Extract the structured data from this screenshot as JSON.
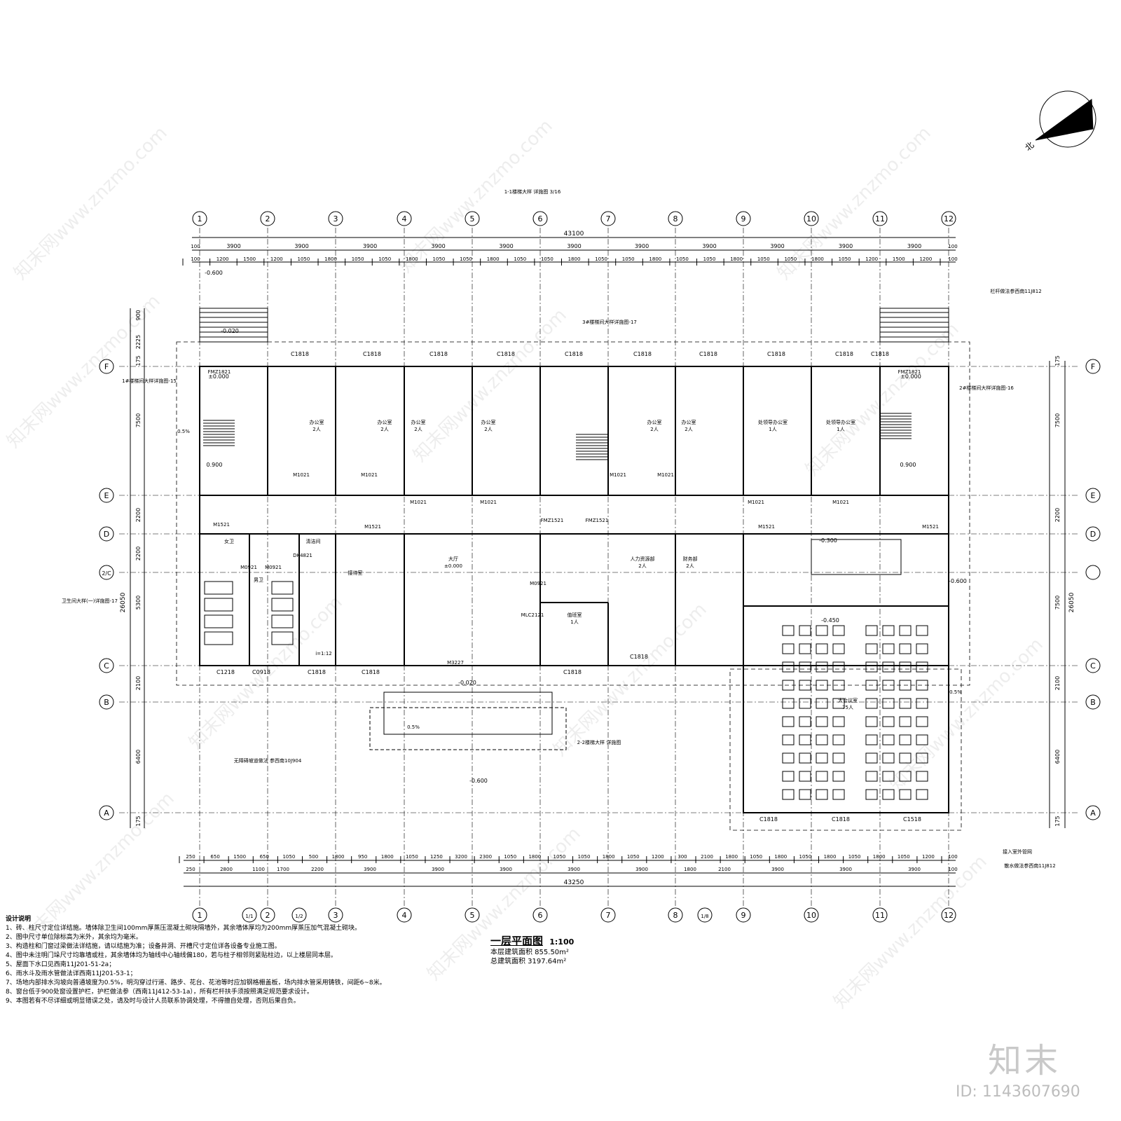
{
  "drawing": {
    "title": "一层平面图",
    "scale": "1:100",
    "floor_area": "本层建筑面积 855.50m²",
    "total_area": "总建筑面积 3197.64m²"
  },
  "axes_top": [
    "1",
    "2",
    "3",
    "4",
    "5",
    "6",
    "7",
    "8",
    "9",
    "10",
    "11",
    "12"
  ],
  "axes_bottom": [
    "1",
    "1/1",
    "2",
    "1/2",
    "3",
    "4",
    "5",
    "6",
    "7",
    "8",
    "1/8",
    "9",
    "10",
    "11",
    "12"
  ],
  "axes_rows": [
    "F",
    "E",
    "D",
    "2/C",
    "C",
    "B",
    "A"
  ],
  "dims": {
    "overall_top": "43100",
    "overall_bottom": "43250",
    "overall_side": "26050",
    "top_row1": [
      "100",
      "3900",
      "3900",
      "3900",
      "3900",
      "3900",
      "3900",
      "3900",
      "3900",
      "3900",
      "3900",
      "3900",
      "100"
    ],
    "top_row2": [
      "100",
      "1200",
      "1500",
      "1200",
      "1050",
      "1800",
      "1050",
      "1050",
      "1800",
      "1050",
      "1050",
      "1800",
      "1050",
      "1050",
      "1800",
      "1050",
      "1050",
      "1800",
      "1050",
      "1050",
      "1800",
      "1050",
      "1050",
      "1800",
      "1050",
      "1200",
      "1500",
      "1200",
      "100"
    ],
    "bottom_row1": [
      "250",
      "650",
      "1500",
      "650",
      "1050",
      "500",
      "1800",
      "950",
      "1800",
      "1050",
      "1250",
      "3200",
      "2300",
      "1050",
      "1800",
      "1050",
      "1050",
      "1800",
      "1050",
      "1200",
      "300",
      "2100",
      "1800",
      "1050",
      "1800",
      "1050",
      "1800",
      "1050",
      "1800",
      "1050",
      "1200",
      "100"
    ],
    "bottom_row2": [
      "250",
      "2800",
      "1100",
      "1700",
      "2200",
      "3900",
      "3900",
      "3900",
      "3900",
      "3900",
      "1800",
      "2100",
      "3900",
      "3900",
      "3900",
      "100"
    ],
    "side_left": [
      "900",
      "2225",
      "175",
      "7500",
      "2200",
      "2200",
      "5300",
      "2100",
      "6400",
      "175"
    ],
    "side_right": [
      "175",
      "7500",
      "2200",
      "7500",
      "2100",
      "6400",
      "175"
    ]
  },
  "rooms": [
    {
      "name": "办公室",
      "occupancy": "2人"
    },
    {
      "name": "办公室",
      "occupancy": "2人"
    },
    {
      "name": "办公室",
      "occupancy": "2人"
    },
    {
      "name": "办公室",
      "occupancy": "2人"
    },
    {
      "name": "办公室",
      "occupancy": "2人"
    },
    {
      "name": "办公室",
      "occupancy": "2人"
    },
    {
      "name": "处领导办公室",
      "occupancy": "1人"
    },
    {
      "name": "处领导办公室",
      "occupancy": "1人"
    },
    {
      "name": "大厅",
      "occupancy": "±0.000"
    },
    {
      "name": "人力资源部",
      "occupancy": "2人"
    },
    {
      "name": "财务部",
      "occupancy": "2人"
    },
    {
      "name": "值班室",
      "occupancy": "1人"
    },
    {
      "name": "大会议室",
      "occupancy": "75人"
    },
    {
      "name": "接待室",
      "occupancy": ""
    },
    {
      "name": "女卫",
      "occupancy": ""
    },
    {
      "name": "男卫",
      "occupancy": ""
    },
    {
      "name": "清洁间",
      "occupancy": ""
    }
  ],
  "codes": {
    "windows": [
      "C1818",
      "C1818",
      "C1818",
      "C1818",
      "C1818",
      "C1818",
      "C1818",
      "C1818",
      "C1818",
      "C1818",
      "C1218",
      "C0918",
      "C1818",
      "C1818",
      "C1818",
      "C1818",
      "C1818",
      "C1818",
      "C1518"
    ],
    "doors": [
      "FMZ1821",
      "FMZ1821",
      "M1021",
      "M1021",
      "M1021",
      "M1021",
      "M1021",
      "M1021",
      "M1021",
      "M1021",
      "M1521",
      "M1521",
      "M1521",
      "FMZ1521",
      "FMZ1521",
      "M3227",
      "MLC2121",
      "M0921",
      "M0921",
      "M0921",
      "DK4821",
      "M1521"
    ],
    "levels": [
      "-0.600",
      "-0.020",
      "±0.000",
      "0.900",
      "-0.300",
      "-0.450",
      "-0.600",
      "-0.020",
      "±0.000",
      "0.900",
      "-0.600"
    ]
  },
  "callouts": [
    "1-1楼梯大样 详施图 3/16",
    "3#楼梯间大样详施图-17",
    "1#楼梯间大样详施图-15",
    "2#楼梯间大样详施图-16",
    "卫生间大样(一)详施图-17",
    "无障碍坡道做法 参西南10J904",
    "2-2楼梯大样 详施图",
    "散水做法参西南11J812",
    "栏杆做法参西南11J812",
    "接入室外管网"
  ],
  "notes": {
    "heading": "设计说明",
    "lines": [
      "1、砖、柱尺寸定位详结施。墙体除卫生间100mm厚蒸压混凝土砌块隔墙外，其余墙体厚均为200mm厚蒸压加气混凝土砌块。",
      "2、图中尺寸单位除标高为米外，其余均为毫米。",
      "3、构造柱和门窗过梁做法详结施，请以结施为准；设备井洞、开槽尺寸定位详各设备专业施工图。",
      "4、图中未注明门垛尺寸均靠墙或柱，其余墙体均为轴线中心轴线偏180，若与柱子相邻则紧贴柱边，以上楼层同本层。",
      "5、屋面下水口见西南11J201-51-2a；",
      "6、雨水斗及雨水管做法详西南11J201-53-1；",
      "7、场地内部排水沟坡向普通坡度为0.5%，明沟穿过行道、路步、花台、花池等时应加钢格栅盖板，场内排水管采用铸铁，间距6~8米。",
      "8、窗台低于900处窗设置护栏，护栏做法参（西南11J412-53-1a），所有栏杆扶手须按照满足规范要求设计。",
      "9、本图若有不尽详细或明显错误之处，请及时与设计人员联系协调处理，不得擅自处理，否则后果自负。"
    ]
  },
  "brand": {
    "name": "知末",
    "id": "ID: 1143607690",
    "watermark": "知末网www.znzmo.com"
  },
  "north": "北",
  "ramp_grade": "i=1:12",
  "slope": "0.5%"
}
